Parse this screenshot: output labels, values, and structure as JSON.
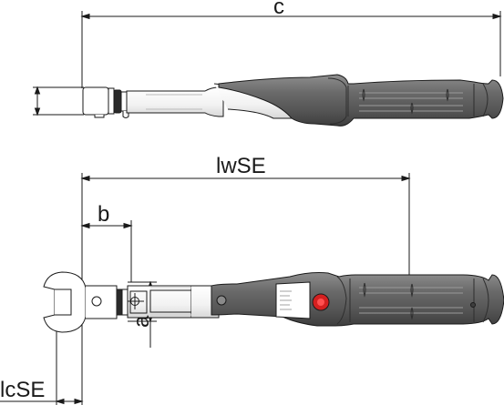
{
  "dimensions": {
    "c": "c",
    "lwSE": "lwSE",
    "b": "b",
    "a": "a",
    "lcSE": "lcSE"
  },
  "colors": {
    "line": "#1a1a1a",
    "shaft": "#ffffff",
    "grip_dark": "#5a5a5a",
    "grip_light": "#8a8a8a",
    "button_red": "#d42020"
  }
}
